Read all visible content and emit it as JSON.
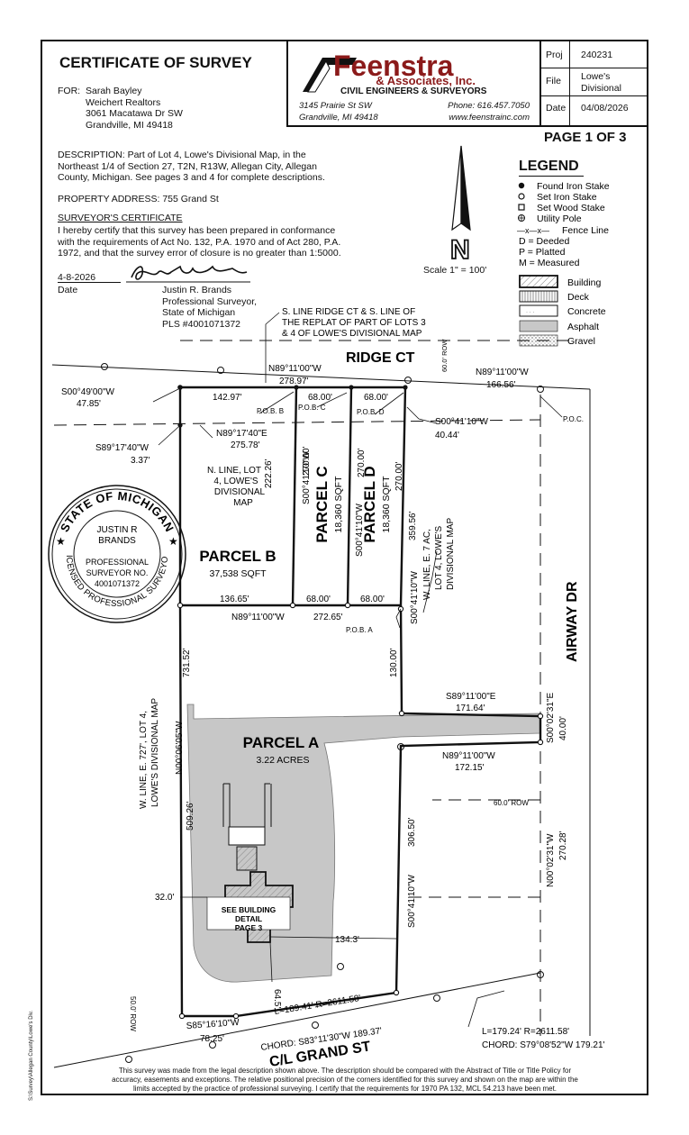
{
  "header": {
    "title": "CERTIFICATE OF SURVEY",
    "for_label": "FOR:",
    "for_lines": [
      "Sarah Bayley",
      "Weichert Realtors",
      "3061 Macatawa Dr SW",
      "Grandville, MI  49418"
    ],
    "company_name": "Feenstra",
    "company_sub": "& Associates, Inc.",
    "company_tag": "CIVIL ENGINEERS & SURVEYORS",
    "company_address1": "3145 Prairie St SW",
    "company_address2": "Grandville, MI 49418",
    "company_phone": "Phone: 616.457.7050",
    "company_web": "www.feenstrainc.com",
    "proj_label": "Proj",
    "proj_value": "240231",
    "file_label": "File",
    "file_value1": "Lowe's",
    "file_value2": "Divisional",
    "date_label": "Date",
    "date_value": "04/08/2026",
    "page": "PAGE 1 OF 3"
  },
  "description": {
    "lines": [
      "DESCRIPTION:  Part of Lot 4, Lowe's Divisional Map, in the",
      "Northeast 1/4 of Section 27, T2N, R13W, Allegan City, Allegan",
      "County, Michigan. See pages 3 and 4 for complete descriptions."
    ],
    "address": "PROPERTY ADDRESS:  755 Grand St"
  },
  "certificate": {
    "heading": "SURVEYOR'S CERTIFICATE",
    "lines": [
      "I hereby certify that this survey has been prepared in conformance",
      "with the requirements of Act No. 132, P.A. 1970 and of Act 280, P.A.",
      "1972, and that the survey error of closure is no greater than 1:5000."
    ],
    "date_value": "4-8-2026",
    "date_label": "Date",
    "signer_lines": [
      "Justin R. Brands",
      "Professional Surveyor,",
      "State of Michigan",
      "PLS #4001071372"
    ]
  },
  "legend": {
    "title": "LEGEND",
    "items": [
      "Found Iron Stake",
      "Set Iron Stake",
      "Set Wood Stake",
      "Utility Pole",
      "Fence Line"
    ],
    "abbr": [
      "D = Deeded",
      "P = Platted",
      "M = Measured"
    ],
    "fence_symbol": "—x—x—",
    "materials": [
      "Building",
      "Deck",
      "Concrete",
      "Asphalt",
      "Gravel"
    ]
  },
  "scale": "Scale  1\" = 100'",
  "north": "N",
  "seal": {
    "top": "STATE OF MICHIGAN",
    "name1": "JUSTIN R",
    "name2": "BRANDS",
    "prof": "PROFESSIONAL",
    "sv": "SURVEYOR NO.",
    "no": "4001071372",
    "bottom": "LICENSED PROFESSIONAL SURVEYOR"
  },
  "map": {
    "ridge_ct": "RIDGE CT",
    "airway_dr": "AIRWAY DR",
    "grand_st": "C/L GRAND ST",
    "row_ridge": "60.0' ROW",
    "row_airway": "60.0' ROW",
    "row_grand": "50.0' ROW",
    "pob_b": "P.O.B. B",
    "pob_c": "P.O.B. C",
    "pob_d": "P.O.B. D",
    "pob_a": "P.O.B. A",
    "poc": "P.O.C.",
    "parcel_a": "PARCEL A",
    "parcel_a_area": "3.22 ACRES",
    "parcel_b": "PARCEL B",
    "parcel_b_area": "37,538 SQFT",
    "parcel_c": "PARCEL C",
    "parcel_c_area": "18,360 SQFT",
    "parcel_d": "PARCEL D",
    "parcel_d_area": "18,360 SQFT",
    "ridge_note1": "S. LINE RIDGE CT & S. LINE OF",
    "ridge_note2": "THE REPLAT OF PART OF LOTS 3",
    "ridge_note3": "& 4 OF LOWE'S DIVISIONAL MAP",
    "n_line1": "N. LINE, LOT",
    "n_line2": "4, LOWE'S",
    "n_line3": "DIVISIONAL",
    "n_line4": "MAP",
    "w_line1": "W. LINE, E. 7 AC,",
    "w_line2": "LOT 4, LOWE'S",
    "w_line3": "DIVISIONAL MAP",
    "w727_1": "W. LINE, E. 727', LOT 4,",
    "w727_2": "LOWE'S DIVISIONAL MAP",
    "bldg1": "SEE BUILDING",
    "bldg2": "DETAIL",
    "bldg3": "PAGE 3",
    "b_top": "N89°11'00\"W",
    "b_top_len": "278.97'",
    "b_top_right": "N89°11'00\"W",
    "b_top_right_len": "166.56'",
    "s0049": "S00°49'00\"W",
    "s0049_len": "47.85'",
    "seg_14297": "142.97'",
    "seg_6800a": "68.00'",
    "seg_6800b": "68.00'",
    "n8917": "N89°17'40\"E",
    "n8917_len": "275.78'",
    "s8917": "S89°17'40\"W",
    "s8917_len": "3.37'",
    "s0041_top": "S00°41'10\"W",
    "s0041_top_len": "40.44'",
    "len_22226": "222.26'",
    "c_brg": "S00°41'10\"W",
    "c_len": "270.00'",
    "d_brg": "S00°41'10\"W",
    "d_len1": "270.00'",
    "d_len2": "270.00'",
    "len_35956": "359.56'",
    "seg_13665": "136.65'",
    "seg_6800c": "68.00'",
    "seg_6800d": "68.00'",
    "n8911_mid": "N89°11'00\"W",
    "len_27265": "272.65'",
    "len_13000": "130.00'",
    "len_73152": "731.52'",
    "n0006": "N00°06'05\"W",
    "s8911_e": "S89°11'00\"E",
    "len_17164": "171.64'",
    "s0002": "S00°02'31\"E",
    "len_4000": "40.00'",
    "n8911_low": "N89°11'00\"W",
    "len_17215": "172.15'",
    "len_50926": "509.26'",
    "len_30650": "306.50'",
    "s0041_low": "S00°41'10\"W",
    "n0002": "N00°02'31\"W",
    "len_27028": "270.28'",
    "len_320": "32.0'",
    "len_1343": "134.3'",
    "len_645": "64.5'",
    "curve1": "L=189.41'  R=2611.58'",
    "chord1": "CHORD:  S83°11'30\"W  189.37'",
    "s8516": "S85°16'10\"W",
    "len_7825": "78.25'",
    "curve2": "L=179.24'  R=2611.58'",
    "chord2": "CHORD:  S79°08'52\"W  179.21'"
  },
  "footer": {
    "lines": [
      "This survey was made from the legal description shown above.  The description should be compared with the Abstract of Title or Title Policy for",
      "accuracy, easements and exceptions.  The relative positional precision of the corners identified for this survey and shown on the map are within the",
      "limits accepted by the practice of professional surveying.  I certify that the requirements for 1970 PA 132, MCL 54.213 have been met."
    ],
    "filepath": "S:\\Survey\\Allegan County\\Lowe's Div."
  }
}
